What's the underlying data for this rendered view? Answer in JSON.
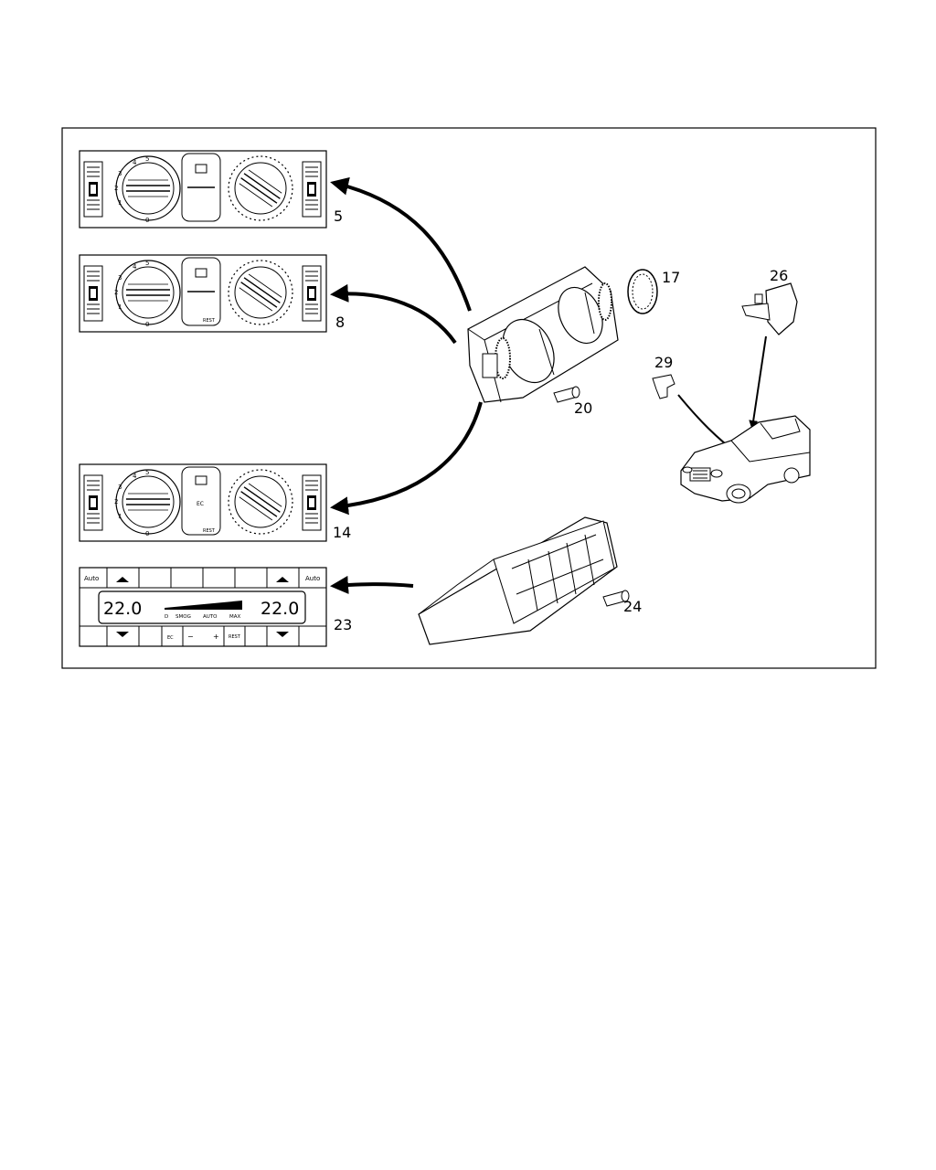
{
  "callouts": {
    "c5": "5",
    "c8": "8",
    "c14": "14",
    "c23": "23",
    "c17": "17",
    "c26": "26",
    "c29": "29",
    "c20": "20",
    "c24": "24"
  },
  "panel_labels": {
    "dial_numbers": [
      "4",
      "5",
      "3",
      "2",
      "1",
      "0"
    ],
    "rest": "REST",
    "ec": "EC",
    "auto": "Auto",
    "temp_left": "22.0",
    "temp_right": "22.0",
    "d": "D",
    "smog": "SMOG",
    "auto_caps": "AUTO",
    "max": "MAX",
    "minus": "−",
    "plus": "+"
  }
}
